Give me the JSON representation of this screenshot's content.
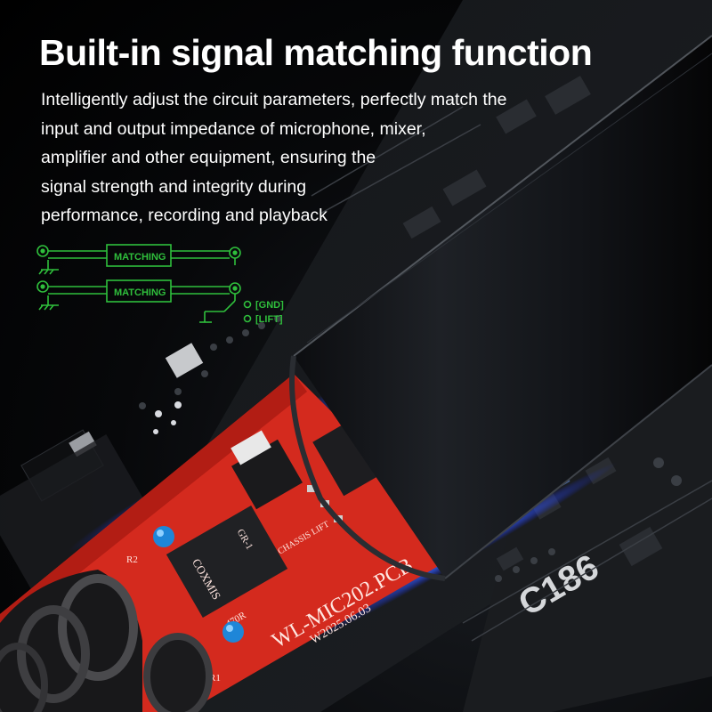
{
  "headline": "Built-in signal matching function",
  "description_lines": [
    "Intelligently adjust the circuit parameters, perfectly match the",
    "input and output impedance of microphone, mixer,",
    "amplifier and other equipment, ensuring the",
    "signal strength and integrity during",
    "performance, recording and playback"
  ],
  "schematic": {
    "block_label_1": "MATCHING",
    "block_label_2": "MATCHING",
    "switch_label_gnd": "[GND]",
    "switch_label_lift": "[LIFT]",
    "accent_color": "#2fbf3c"
  },
  "pcb": {
    "model_text": "WL-MIC202.PCB",
    "date_text": "W2025.06.03",
    "chassis_lift_text": "CHASSIS LIFT",
    "ic_marking_1": "COXMIS",
    "ic_marking_2": "GR-1",
    "resistor_r1": "R1",
    "resistor_r2": "R2",
    "resistor_value": "470R",
    "board_color": "#d42a1e"
  },
  "background_board": {
    "silkscreen_text": "C186"
  }
}
